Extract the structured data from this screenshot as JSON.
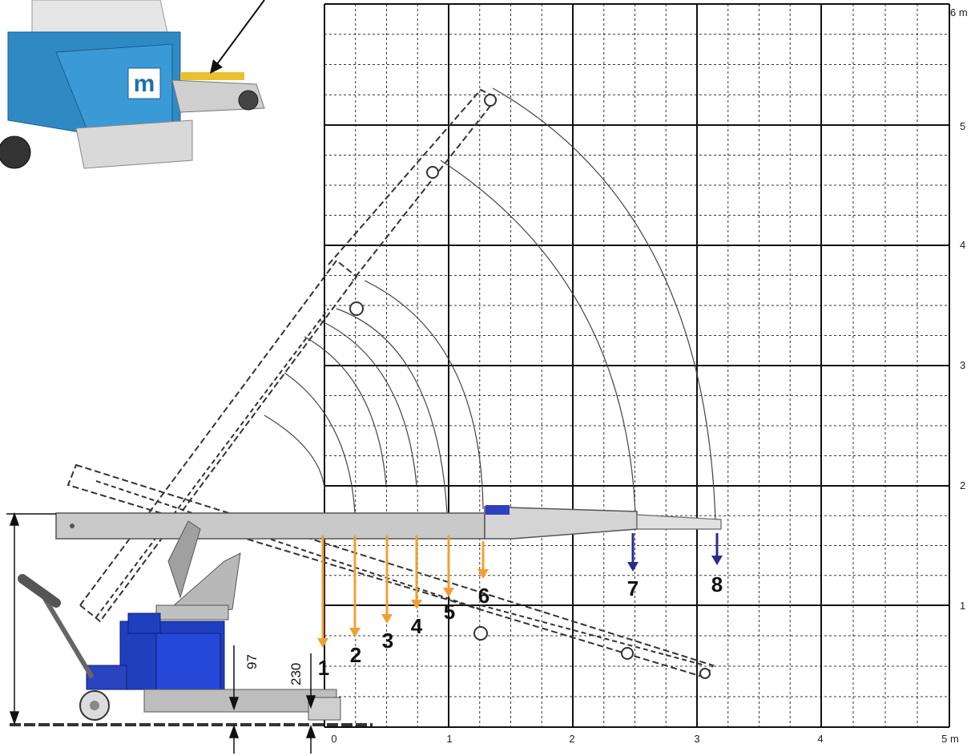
{
  "axes": {
    "x_ticks": [
      "0",
      "1",
      "2",
      "3",
      "4",
      "5 m"
    ],
    "y_ticks": [
      "1",
      "2",
      "3",
      "4",
      "5",
      "6 m"
    ]
  },
  "positions": [
    {
      "label": "1",
      "color": "#f0a030"
    },
    {
      "label": "2",
      "color": "#f0a030"
    },
    {
      "label": "3",
      "color": "#f0a030"
    },
    {
      "label": "4",
      "color": "#f0a030"
    },
    {
      "label": "5",
      "color": "#f0a030"
    },
    {
      "label": "6",
      "color": "#f0a030"
    },
    {
      "label": "7",
      "color": "#2b2b8c"
    },
    {
      "label": "8",
      "color": "#2b2b8c"
    }
  ],
  "dimensions": {
    "wheel_height": "97",
    "leg_height": "230"
  },
  "colors": {
    "machine_blue": "#1f3fbf",
    "boom_grey": "#c8c8c8",
    "hook_orange": "#f0a030",
    "hook_blue": "#2b2b8c"
  },
  "logo": {
    "letter": "m"
  }
}
